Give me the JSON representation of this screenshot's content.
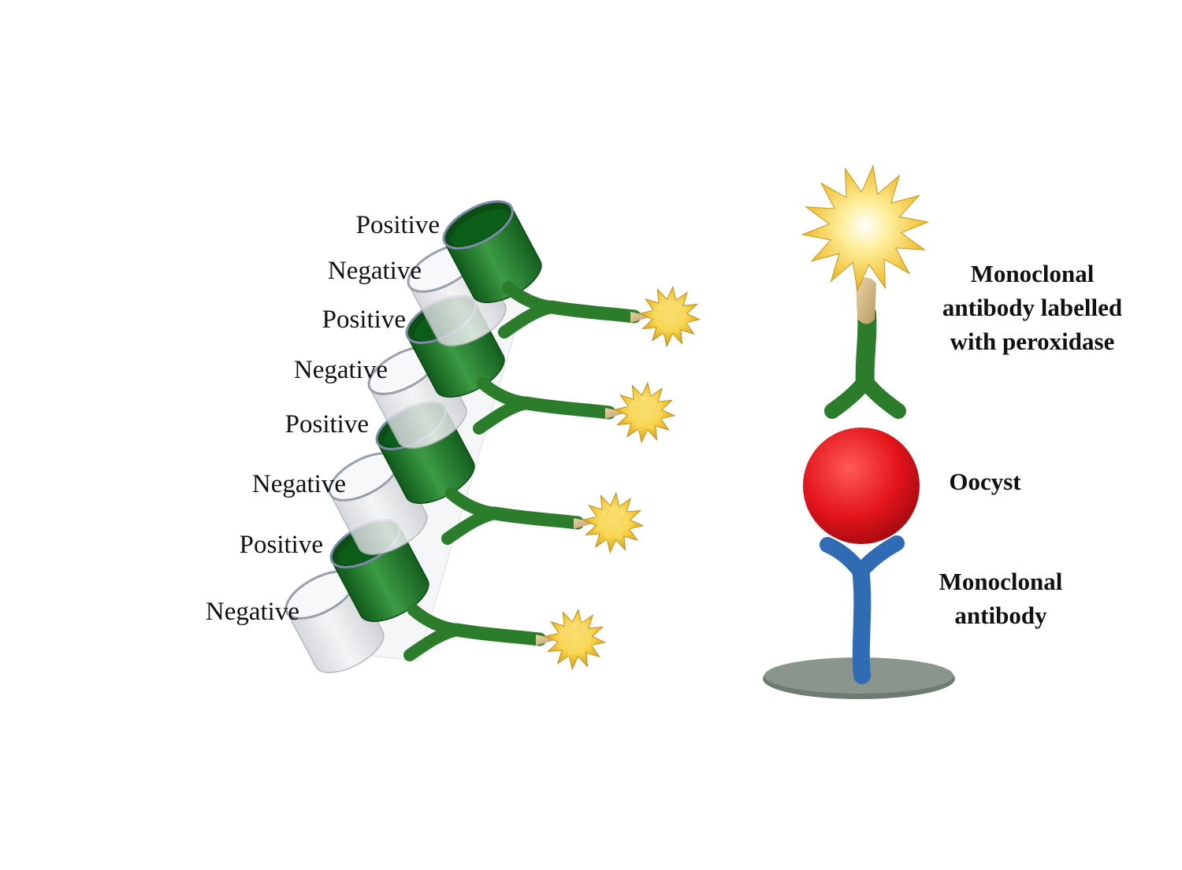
{
  "strip": {
    "wells": [
      {
        "label": "Positive",
        "state": "positive"
      },
      {
        "label": "Negative",
        "state": "negative"
      },
      {
        "label": "Positive",
        "state": "positive"
      },
      {
        "label": "Negative",
        "state": "negative"
      },
      {
        "label": "Positive",
        "state": "positive"
      },
      {
        "label": "Negative",
        "state": "negative"
      },
      {
        "label": "Positive",
        "state": "positive"
      },
      {
        "label": "Negative",
        "state": "negative"
      }
    ]
  },
  "assay": {
    "labelled_antibody": {
      "lines": [
        "Monoclonal",
        "antibody labelled",
        "with peroxidase"
      ]
    },
    "oocyst": {
      "label": "Oocyst"
    },
    "capture_antibody": {
      "lines": [
        "Monoclonal",
        "antibody"
      ]
    }
  },
  "colors": {
    "positive_well": "#1e7a2a",
    "negative_well": "#e2e4e6",
    "antibody_detection": "#2b7d2b",
    "antibody_capture": "#2f6cb3",
    "oocyst": "#e8141b",
    "peroxidase": "#f2c12e",
    "plate": "#8a968c"
  }
}
